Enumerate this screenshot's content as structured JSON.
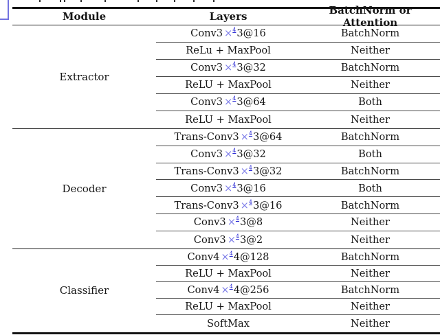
{
  "artifacts": {
    "annotation_box_color": "#7272e0",
    "link_blue": "#7a7ae8",
    "marker_blue": "#2b2bd4"
  },
  "table": {
    "columns": [
      {
        "label": "Module"
      },
      {
        "label": "Layers"
      },
      {
        "label": "BatchNorm or Attention"
      }
    ],
    "times_symbol": "×",
    "times_marker": "4",
    "groups": [
      {
        "module": "Extractor",
        "rows": [
          {
            "pre": "Conv3",
            "post": "3@16",
            "times": true,
            "norm": "BatchNorm"
          },
          {
            "pre": "ReLu + MaxPool",
            "post": "",
            "times": false,
            "norm": "Neither"
          },
          {
            "pre": "Conv3",
            "post": "3@32",
            "times": true,
            "norm": "BatchNorm"
          },
          {
            "pre": "ReLU + MaxPool",
            "post": "",
            "times": false,
            "norm": "Neither"
          },
          {
            "pre": "Conv3",
            "post": "3@64",
            "times": true,
            "norm": "Both"
          },
          {
            "pre": "ReLU + MaxPool",
            "post": "",
            "times": false,
            "norm": "Neither"
          }
        ]
      },
      {
        "module": "Decoder",
        "rows": [
          {
            "pre": "Trans-Conv3",
            "post": "3@64",
            "times": true,
            "norm": "BatchNorm"
          },
          {
            "pre": "Conv3",
            "post": "3@32",
            "times": true,
            "norm": "Both"
          },
          {
            "pre": "Trans-Conv3",
            "post": "3@32",
            "times": true,
            "norm": "BatchNorm"
          },
          {
            "pre": "Conv3",
            "post": "3@16",
            "times": true,
            "norm": "Both"
          },
          {
            "pre": "Trans-Conv3",
            "post": "3@16",
            "times": true,
            "norm": "BatchNorm"
          },
          {
            "pre": "Conv3",
            "post": "3@8",
            "times": true,
            "norm": "Neither"
          },
          {
            "pre": "Conv3",
            "post": "3@2",
            "times": true,
            "norm": "Neither"
          }
        ]
      },
      {
        "module": "Classifier",
        "rows": [
          {
            "pre": "Conv4",
            "post": "4@128",
            "times": true,
            "norm": "BatchNorm"
          },
          {
            "pre": "ReLU + MaxPool",
            "post": "",
            "times": false,
            "norm": "Neither"
          },
          {
            "pre": "Conv4",
            "post": "4@256",
            "times": true,
            "norm": "BatchNorm"
          },
          {
            "pre": "ReLU + MaxPool",
            "post": "",
            "times": false,
            "norm": "Neither"
          },
          {
            "pre": "SoftMax",
            "post": "",
            "times": false,
            "norm": "Neither"
          }
        ]
      }
    ]
  }
}
